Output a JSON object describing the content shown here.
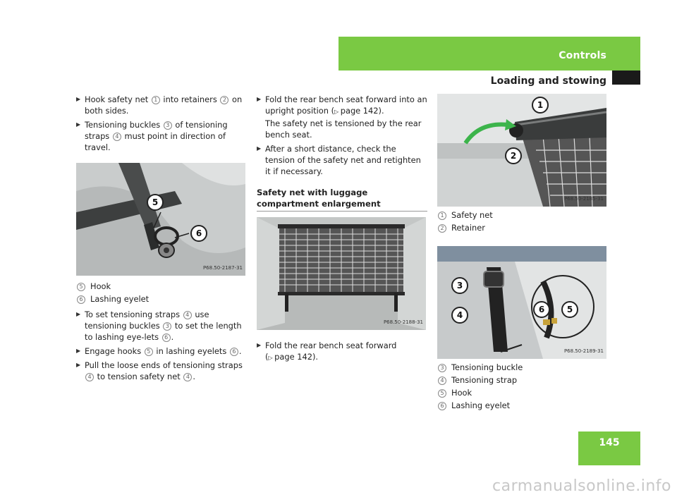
{
  "header": {
    "section": "Controls",
    "subtitle": "Loading and stowing",
    "page_number": "145"
  },
  "col1": {
    "steps_a": [
      {
        "parts": [
          "Hook safety net ",
          "1",
          " into retainers ",
          "2",
          " on both sides."
        ]
      },
      {
        "parts": [
          "Tensioning buckles ",
          "3",
          " of tensioning straps ",
          "4",
          " must point in direction of travel."
        ]
      }
    ],
    "figure_code": "P68.50-2187-31",
    "legend": [
      {
        "num": "5",
        "label": "Hook"
      },
      {
        "num": "6",
        "label": "Lashing eyelet"
      }
    ],
    "steps_b": [
      {
        "parts": [
          "To set tensioning straps ",
          "4",
          " use tensioning buckles ",
          "3",
          " to set the length to lashing eye-lets ",
          "6",
          "."
        ]
      },
      {
        "parts": [
          "Engage hooks ",
          "5",
          " in lashing eyelets ",
          "6",
          "."
        ]
      },
      {
        "parts": [
          "Pull the loose ends of tensioning straps ",
          "4",
          " to tension safety net ",
          "4",
          "."
        ]
      }
    ]
  },
  "col2": {
    "step1_line1": "Fold the rear bench seat forward into an upright position (",
    "step1_ref": "page 142).",
    "step1_line2": "The safety net is tensioned by the rear bench seat.",
    "step2": "After a short distance, check the tension of the safety net and retighten it if necessary.",
    "heading": "Safety net with luggage compartment enlargement",
    "figure_code": "P68.50-2188-31",
    "step3_line1": "Fold the rear bench seat forward",
    "step3_ref": "page 142)."
  },
  "col3": {
    "figure1_code": "P68.50-2185-31",
    "legend1": [
      {
        "num": "1",
        "label": "Safety net"
      },
      {
        "num": "2",
        "label": "Retainer"
      }
    ],
    "figure2_code": "P68.50-2189-31",
    "legend2": [
      {
        "num": "3",
        "label": "Tensioning buckle"
      },
      {
        "num": "4",
        "label": "Tensioning strap"
      },
      {
        "num": "5",
        "label": "Hook"
      },
      {
        "num": "6",
        "label": "Lashing eyelet"
      }
    ]
  },
  "callouts": {
    "fig1": [
      "5",
      "6"
    ],
    "fig3": [
      "1",
      "2"
    ],
    "fig4": [
      "3",
      "4",
      "6",
      "5"
    ]
  },
  "icons": {
    "step_arrow": "triangle-right-icon",
    "page_ref": "triangle-right-icon"
  },
  "colors": {
    "accent_green": "#7ac943",
    "dark_block": "#1a1a1a"
  },
  "watermark": "carmanualsonline.info"
}
